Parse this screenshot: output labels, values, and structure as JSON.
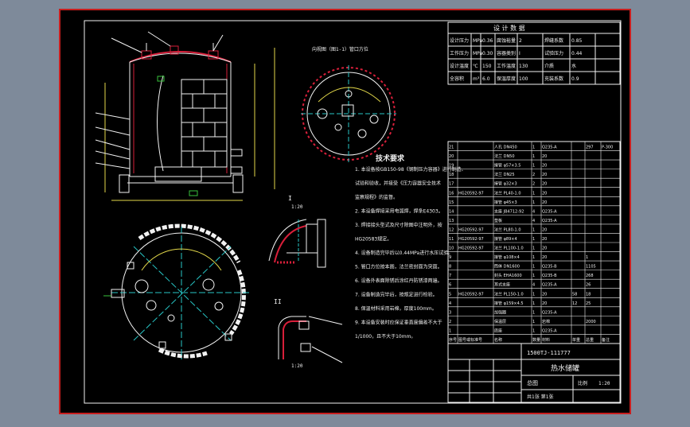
{
  "drawing": {
    "section_label_top": "向视图（图1-1）管口方位",
    "roman_i": "I",
    "roman_ii": "II",
    "ratio_1": "1:20",
    "ratio_2": "1:20"
  },
  "tech": {
    "title": "技术要求",
    "lines": [
      "1. 本设备按GB150-98《钢制压力容器》进行制造、",
      "   试验和验收，并接受《压力容器安全技术",
      "   监察规程》的监督。",
      "2. 本设备焊接采用电弧焊，焊条E4303。",
      "3. 焊接接头型式及尺寸除图中注明外，按",
      "   HG20583规定。",
      "4. 设备制造完毕后以0.44MPa进行水压试验。",
      "5. 管口方位按本图，法兰密封面为突面。",
      "6. 设备外表面除锈后涂红丹防锈漆两遍。",
      "7. 设备制造完毕后，按规定进行检验。",
      "8. 保温材料采用岩棉，厚度100mm。",
      "9. 本设备安装时应保证垂直度偏差不大于",
      "   1/1000，且不大于10mm。"
    ]
  },
  "design_table": {
    "title": "设 计 数 据",
    "rows": [
      [
        "设计压力",
        "MPa",
        "0.36",
        "腐蚀裕量",
        "2",
        "焊缝系数",
        "0.85"
      ],
      [
        "工作压力",
        "MPa",
        "0.30",
        "容器类别",
        "I",
        "试验压力",
        "0.44"
      ],
      [
        "设计温度",
        "℃",
        "150",
        "工作温度",
        "130",
        "介质",
        "水"
      ],
      [
        "全容积",
        "m³",
        "6.0",
        "保温厚度",
        "100",
        "充装系数",
        "0.9"
      ]
    ]
  },
  "parts_table": {
    "rows": [
      [
        "21",
        "",
        "人孔 DN450",
        "1",
        "Q235-A",
        "",
        "297",
        "P-300"
      ],
      [
        "20",
        "",
        "法兰 DN50",
        "1",
        "20",
        "",
        "",
        ""
      ],
      [
        "19",
        "",
        "接管 φ57×3.5",
        "1",
        "20",
        "",
        "",
        ""
      ],
      [
        "18",
        "",
        "法兰 DN25",
        "2",
        "20",
        "",
        "",
        ""
      ],
      [
        "17",
        "",
        "接管 φ32×3",
        "2",
        "20",
        "",
        "",
        ""
      ],
      [
        "16",
        "HG20592-97",
        "法兰 PL40-1.0",
        "1",
        "20",
        "",
        "",
        ""
      ],
      [
        "15",
        "",
        "接管 φ45×3",
        "1",
        "20",
        "",
        "",
        ""
      ],
      [
        "14",
        "",
        "支座 JB4712-92",
        "4",
        "Q235-A",
        "",
        "",
        ""
      ],
      [
        "13",
        "",
        "垫板",
        "4",
        "Q235-A",
        "",
        "",
        ""
      ],
      [
        "12",
        "HG20592-97",
        "法兰 PL80-1.0",
        "1",
        "20",
        "",
        "",
        ""
      ],
      [
        "11",
        "HG20592-97",
        "接管 φ89×4",
        "1",
        "20",
        "",
        "",
        ""
      ],
      [
        "10",
        "HG20592-97",
        "法兰 PL100-1.0",
        "1",
        "20",
        "",
        "",
        ""
      ],
      [
        "9",
        "",
        "接管 φ108×4",
        "1",
        "20",
        "",
        "1",
        ""
      ],
      [
        "8",
        "",
        "筒体 DN1600",
        "1",
        "Q235-B",
        "",
        "1105",
        ""
      ],
      [
        "7",
        "",
        "封头 EHA1600",
        "1",
        "Q235-B",
        "",
        "268",
        ""
      ],
      [
        "6",
        "",
        "耳式支座",
        "4",
        "Q235-A",
        "",
        "26",
        ""
      ],
      [
        "5",
        "HG20592-97",
        "法兰 PL150-1.0",
        "1",
        "20",
        "58",
        "18",
        ""
      ],
      [
        "4",
        "",
        "接管 φ159×4.5",
        "1",
        "20",
        "12",
        "25",
        ""
      ],
      [
        "3",
        "",
        "加强圈",
        "1",
        "Q235-A",
        "",
        "",
        ""
      ],
      [
        "2",
        "",
        "保温层",
        "1",
        "岩棉",
        "",
        "2000",
        ""
      ],
      [
        "1",
        "",
        "底座",
        "1",
        "Q235-A",
        "",
        "",
        ""
      ]
    ],
    "footer": [
      "序号",
      "图号或标准号",
      "名称",
      "数量",
      "材料",
      "单重",
      "总重",
      "备注"
    ]
  },
  "title_block": {
    "name": "热水储罐",
    "sub": "总图",
    "scale_label": "比例",
    "scale": "1:20",
    "sheet": "共1张 第1张",
    "drawing_no": "1500TJ-111777"
  },
  "colors": {
    "frame": "#c81e1e",
    "paper": "#000000",
    "line": "#f2f2f2",
    "accent": "#27c6c6",
    "hatch": "#d81f3a",
    "yellow": "#e3d84a",
    "green": "#39c23c"
  }
}
